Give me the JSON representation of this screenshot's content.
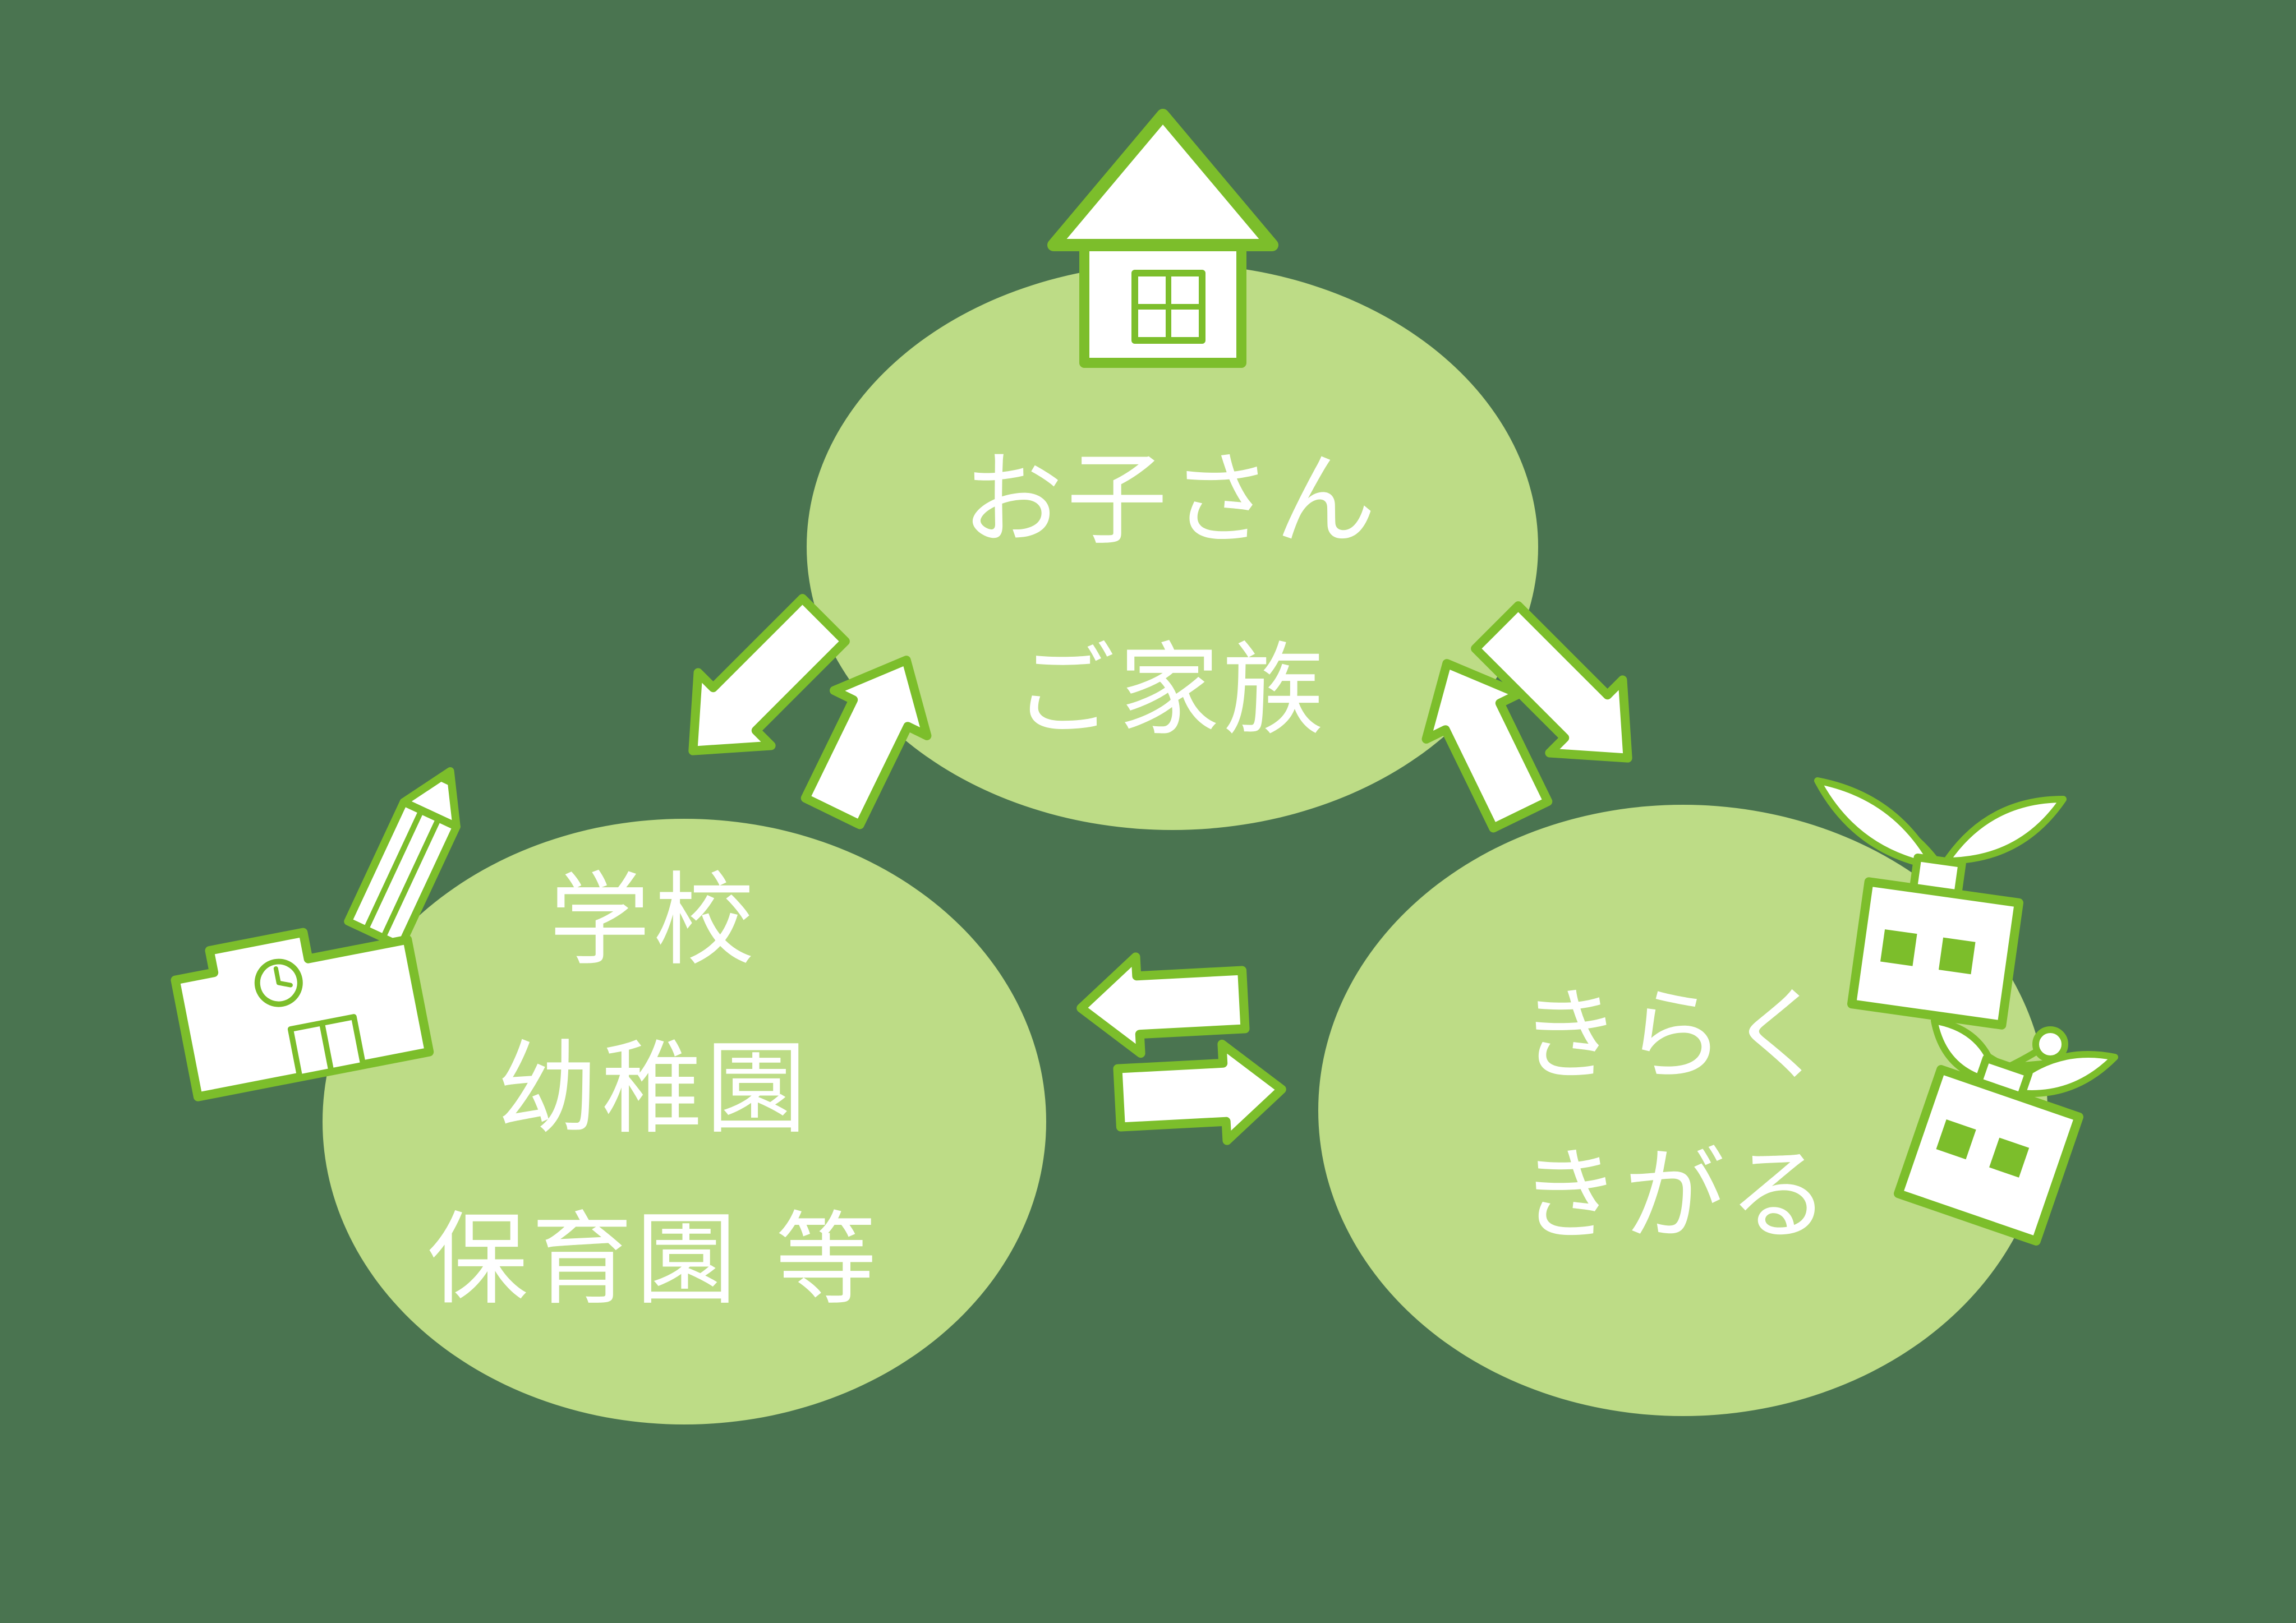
{
  "colors": {
    "background": "#4A7450",
    "node_fill": "#BDDC86",
    "outline_green": "#7CBE2B",
    "text": "#FFFFFF"
  },
  "diagram": {
    "nodes": [
      {
        "id": "family",
        "lines": [
          "お子さん",
          "ご家族"
        ],
        "icons": [
          "house-icon"
        ]
      },
      {
        "id": "school",
        "lines": [
          "学校",
          "幼稚園",
          "保育園 等"
        ],
        "icons": [
          "pencil-icon",
          "school-building-icon"
        ]
      },
      {
        "id": "kiraku",
        "lines": [
          "きらく",
          "きがる"
        ],
        "icons": [
          "sprout-building-icon",
          "sprout-building-with-bud-icon"
        ]
      }
    ],
    "links": [
      {
        "between": [
          "family",
          "school"
        ],
        "type": "bidirectional-double-arrow"
      },
      {
        "between": [
          "family",
          "kiraku"
        ],
        "type": "bidirectional-double-arrow"
      },
      {
        "between": [
          "school",
          "kiraku"
        ],
        "type": "bidirectional-double-arrow"
      }
    ]
  }
}
